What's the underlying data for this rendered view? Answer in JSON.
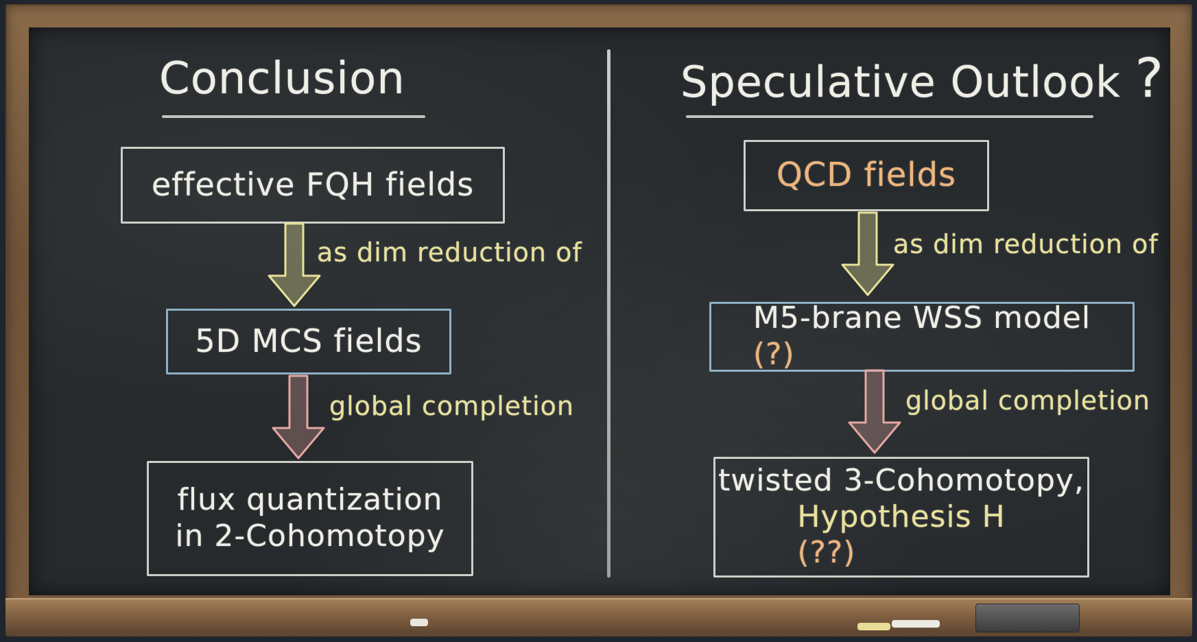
{
  "left": {
    "title": "Conclusion",
    "box1": "effective FQH fields",
    "arrow1": "as dim reduction of",
    "box2": "5D MCS fields",
    "arrow2": "global completion",
    "box3_line1": "flux quantization",
    "box3_line2": "in 2-Cohomotopy"
  },
  "right": {
    "title": "Speculative Outlook",
    "title_mark": "?",
    "box1": "QCD fields",
    "arrow1": "as dim reduction of",
    "box2_main": "M5-brane WSS model",
    "box2_mark": "(?)",
    "arrow2": "global completion",
    "box3_line1": "twisted 3-Cohomotopy,",
    "box3_line2_main": "Hypothesis H",
    "box3_line2_mark": "(??)"
  },
  "colors": {
    "chalk_white": "#efeee6",
    "chalk_yellow": "#e8e19a",
    "chalk_pink": "#e6a7a2",
    "chalk_orange": "#f0b47a",
    "chalk_blue": "#a0c8e1",
    "board": "#262a2c",
    "frame": "#7b5c40"
  }
}
